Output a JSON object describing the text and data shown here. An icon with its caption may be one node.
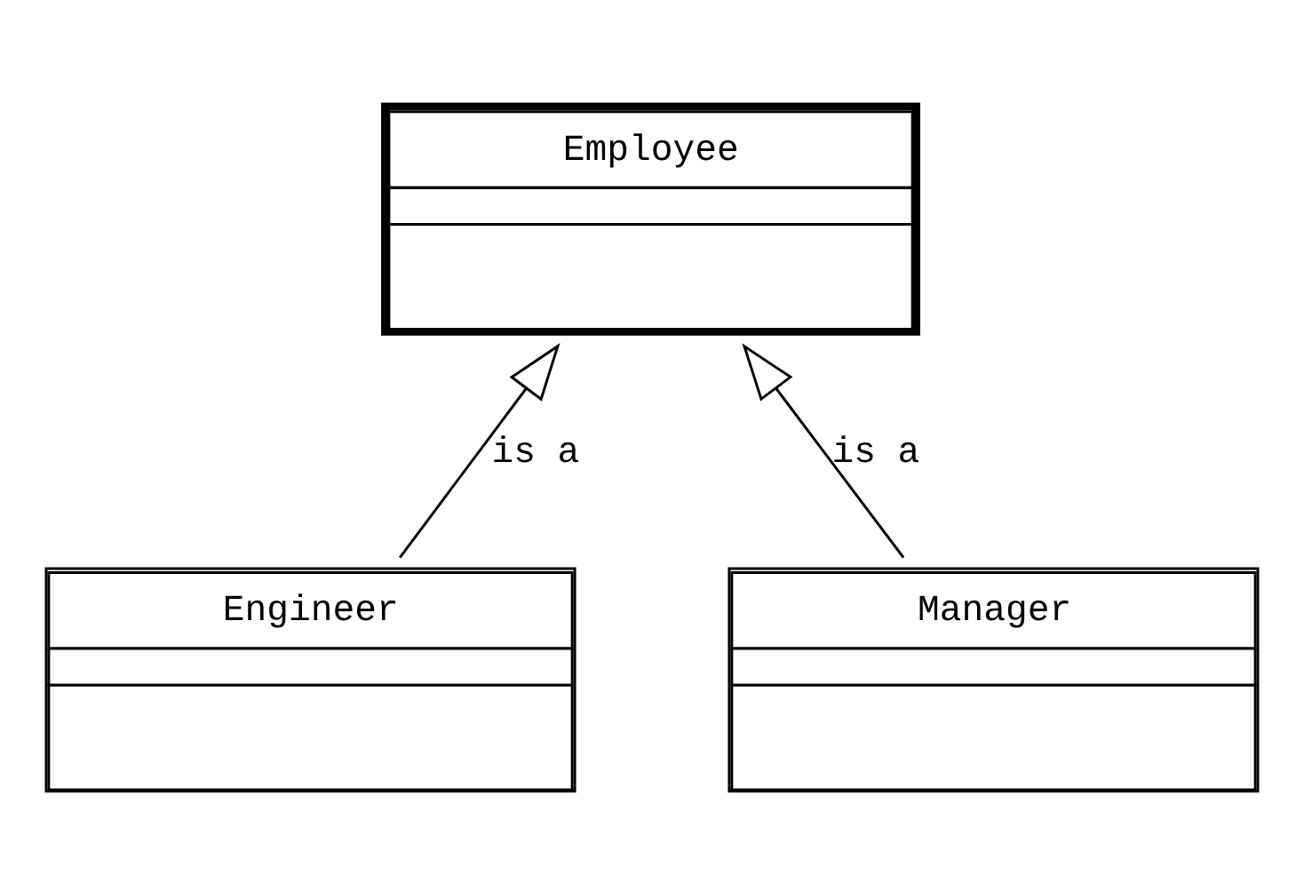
{
  "diagram": {
    "nodes": [
      {
        "text": [
          "Employee"
        ]
      },
      {
        "text": [
          "Engineer"
        ]
      },
      {
        "text": [
          "Manager"
        ]
      }
    ],
    "edges": [
      {
        "from": 1,
        "to": 0,
        "arrow": "to",
        "label": "is a"
      },
      {
        "from": 2,
        "to": 0,
        "arrow": "to",
        "label": "is a"
      }
    ]
  }
}
